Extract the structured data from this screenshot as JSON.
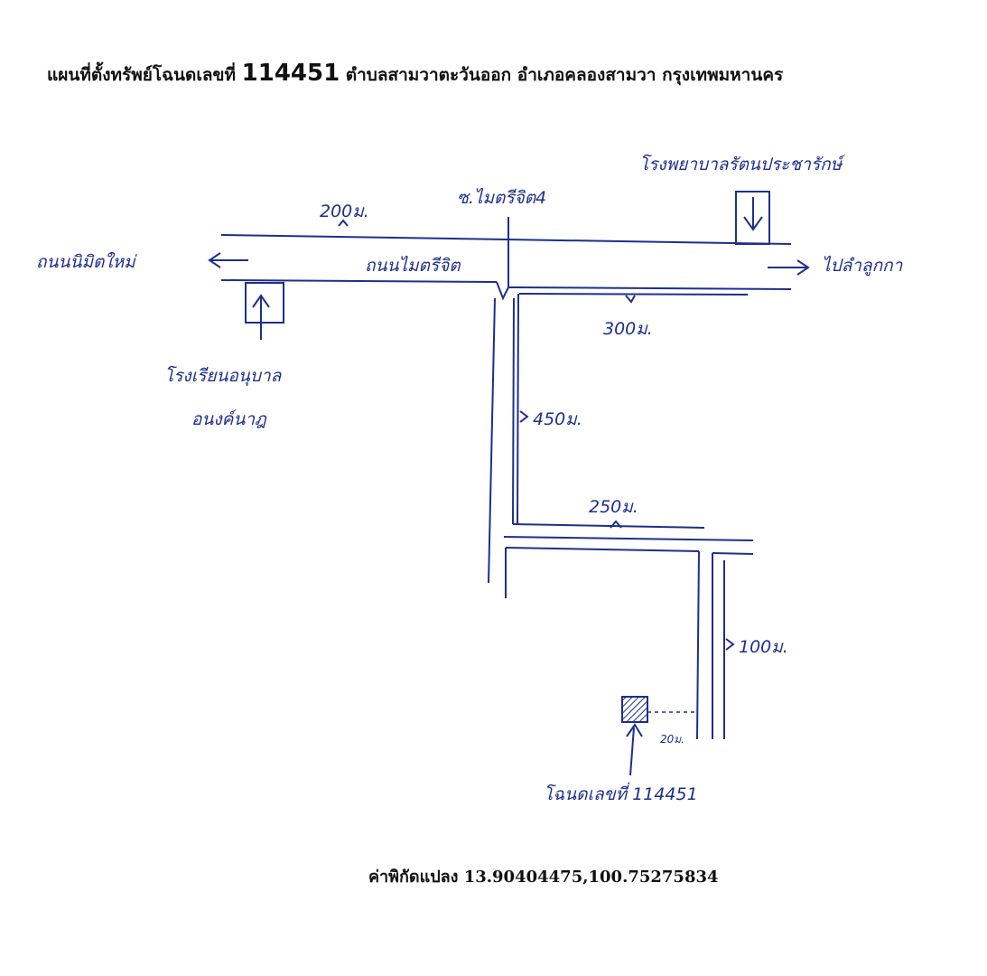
{
  "title": {
    "prefix": "แผนที่ตั้งทรัพย์โฉนดเลขที่ ",
    "number": "114451",
    "suffix": " ตำบลสามวาตะวันออก อำเภอคลองสามวา กรุงเทพมหานคร"
  },
  "labels": {
    "soi_maitri_4": "ซ.ไมตรีจิต4",
    "school_top": "โรงพยาบาลรัตนประชารักษ์",
    "road_left": "ถนนนิมิตใหม่",
    "road_main": "ถนนไมตรีจิต",
    "to_lam_luk_ka": "ไปลำลูกกา",
    "school_left_line1": "โรงเรียนอนุบาล",
    "school_left_line2": "อนงค์นาฎ",
    "plot_label": "โฉนดเลขที่ 114451"
  },
  "distances": {
    "d200": "200ม.",
    "d300": "300ม.",
    "d450": "450ม.",
    "d250": "250ม.",
    "d100": "100ม.",
    "d20": "20ม."
  },
  "coordinates_text": "ค่าพิกัดแปลง 13.90404475,100.75275834",
  "colors": {
    "ink": "#1e2f8c",
    "print": "#111111"
  },
  "icons": [
    "arrow-left-icon",
    "arrow-right-icon",
    "arrow-up-icon",
    "arrow-down-icon",
    "plot-marker-icon"
  ]
}
